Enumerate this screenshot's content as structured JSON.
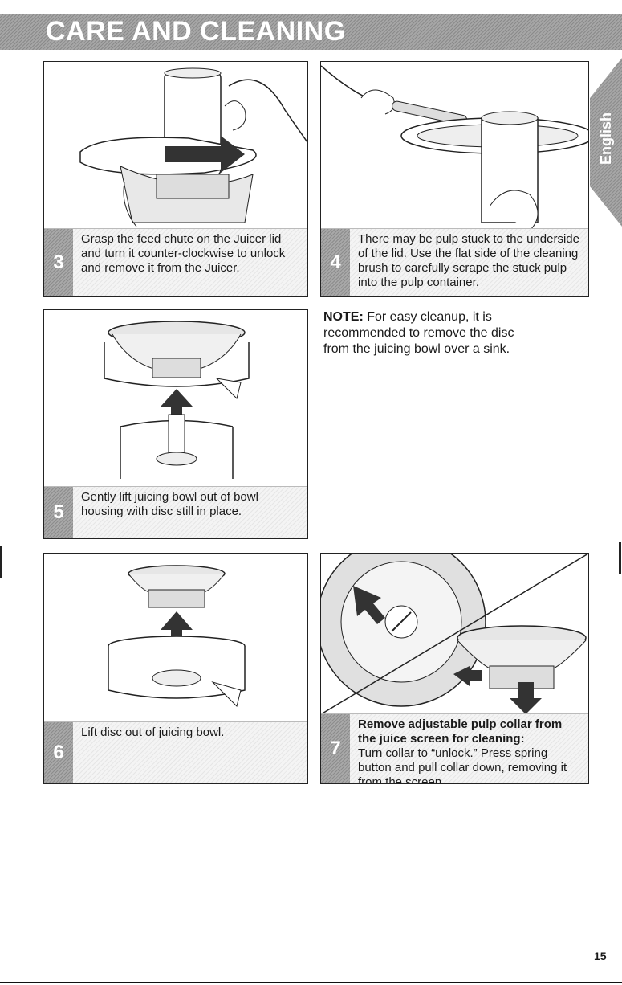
{
  "header": {
    "title": "CARE AND CLEANING"
  },
  "side_tab": {
    "label": "English"
  },
  "steps": [
    {
      "number": "3",
      "text": "Grasp the feed chute on the Juicer lid and turn it counter-clockwise to unlock and remove it from the Juicer."
    },
    {
      "number": "4",
      "text": "There may be pulp stuck to the underside of the lid. Use the flat side of the cleaning brush to carefully scrape the stuck pulp into the pulp container."
    },
    {
      "number": "5",
      "text": "Gently lift juicing bowl out of bowl housing with disc still in place."
    },
    {
      "number": "6",
      "text": "Lift disc out of juicing bowl."
    },
    {
      "number": "7",
      "heading": "Remove adjustable pulp collar from the juice screen for cleaning:",
      "text": "Turn collar to “unlock.” Press spring button and pull collar down, removing it from the screen."
    }
  ],
  "note": {
    "label": "NOTE:",
    "text": "For easy cleanup, it is recommended to remove the disc from the juicing bowl over a sink."
  },
  "page_number": "15"
}
